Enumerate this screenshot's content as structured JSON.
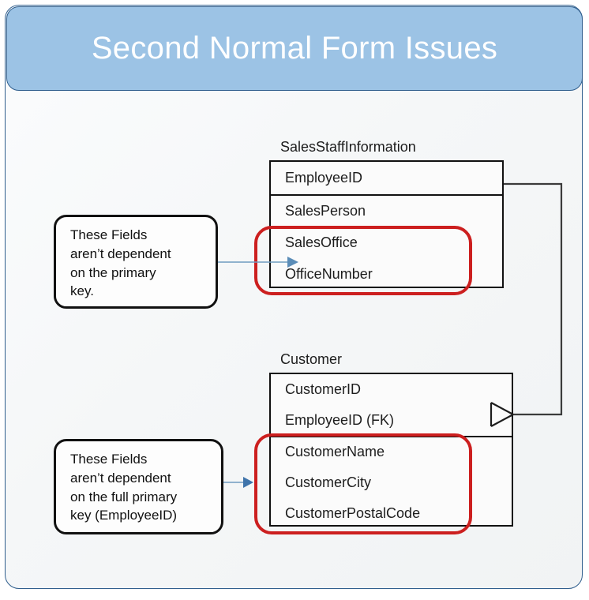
{
  "slide": {
    "title": "Second Normal Form Issues",
    "title_bg_color": "#9cc3e5",
    "title_text_color": "#ffffff",
    "frame_border_color": "#2f5e8d",
    "highlight_color": "#cc1f1f",
    "arrow_color": "#5b8db8",
    "entity_border_color": "#111111"
  },
  "entities": [
    {
      "name": "SalesStaffInformation",
      "fields": [
        {
          "label": "EmployeeID",
          "key": "PK",
          "highlighted": false
        },
        {
          "label": "SalesPerson",
          "key": "",
          "highlighted": false
        },
        {
          "label": "SalesOffice",
          "key": "",
          "highlighted": true
        },
        {
          "label": "OfficeNumber",
          "key": "",
          "highlighted": true
        }
      ]
    },
    {
      "name": "Customer",
      "fields": [
        {
          "label": "CustomerID",
          "key": "PK",
          "highlighted": false
        },
        {
          "label": "EmployeeID (FK)",
          "key": "FK",
          "highlighted": false
        },
        {
          "label": "CustomerName",
          "key": "",
          "highlighted": true
        },
        {
          "label": "CustomerCity",
          "key": "",
          "highlighted": true
        },
        {
          "label": "CustomerPostalCode",
          "key": "",
          "highlighted": true
        }
      ]
    }
  ],
  "callouts": [
    {
      "lines": [
        "These Fields",
        "aren’t dependent",
        "on the primary",
        "key."
      ],
      "text": "These Fields aren’t dependent on the primary key."
    },
    {
      "lines": [
        "These Fields",
        "aren’t dependent",
        "on the full primary",
        "key (EmployeeID)"
      ],
      "text": "These Fields aren’t dependent on the full primary key (EmployeeID)"
    }
  ],
  "relationship": {
    "from_entity": "SalesStaffInformation",
    "from_field": "EmployeeID",
    "to_entity": "Customer",
    "to_field": "EmployeeID (FK)",
    "cardinality": "one-to-many",
    "notation": "crow-foot"
  }
}
